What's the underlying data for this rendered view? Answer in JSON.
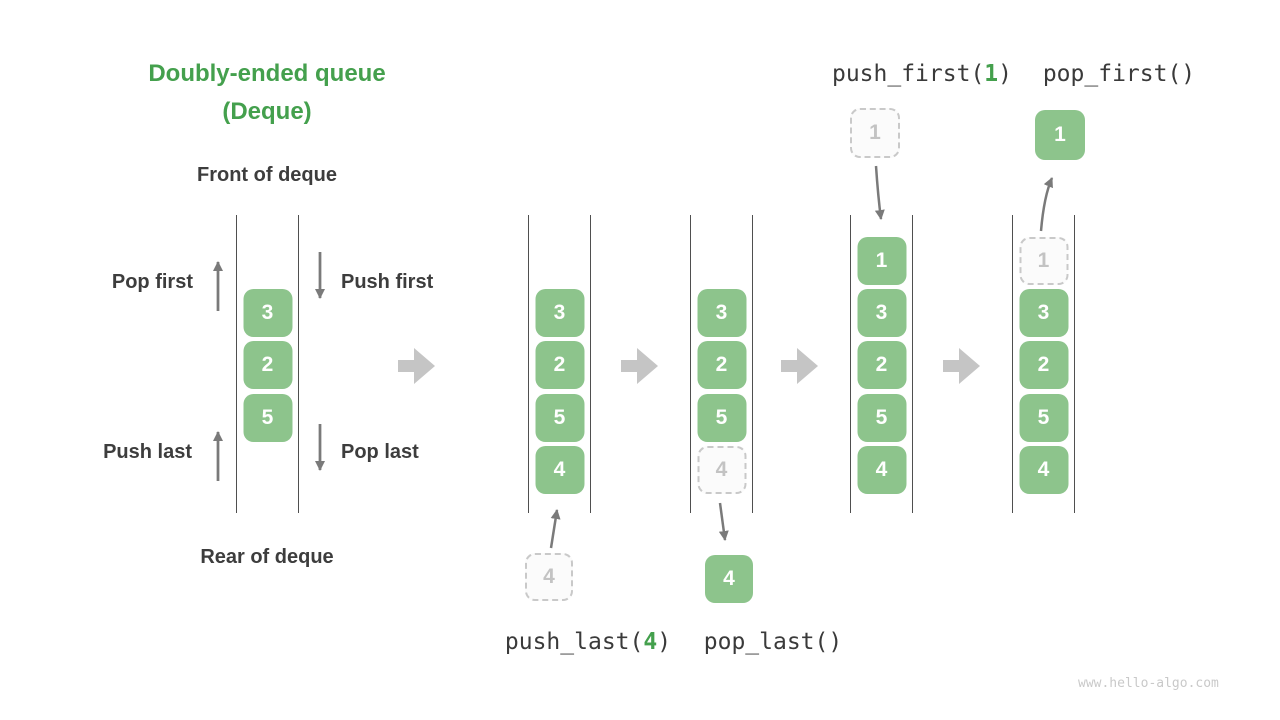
{
  "title": {
    "line1": "Doubly-ended queue",
    "line2": "(Deque)"
  },
  "labels": {
    "front": "Front of deque",
    "rear": "Rear of deque",
    "pop_first": "Pop first",
    "push_first": "Push first",
    "push_last": "Push last",
    "pop_last": "Pop last"
  },
  "operations": {
    "push_last": {
      "pre": "push_last(",
      "arg": "4",
      "post": ")"
    },
    "pop_last": {
      "pre": "pop_last()",
      "arg": "",
      "post": ""
    },
    "push_first": {
      "pre": "push_first(",
      "arg": "1",
      "post": ")"
    },
    "pop_first": {
      "pre": "pop_first()",
      "arg": "",
      "post": ""
    }
  },
  "panels": [
    {
      "name": "initial-deque",
      "cells": {
        "r1": "3",
        "r2": "2",
        "r3": "5"
      }
    },
    {
      "name": "after-push-last",
      "cells": {
        "r1": "3",
        "r2": "2",
        "r3": "5",
        "r4": "4"
      }
    },
    {
      "name": "after-pop-last",
      "cells": {
        "r1": "3",
        "r2": "2",
        "r3": "5"
      },
      "ghost": "4"
    },
    {
      "name": "after-push-first",
      "cells": {
        "r0": "1",
        "r1": "3",
        "r2": "2",
        "r3": "5",
        "r4": "4"
      }
    },
    {
      "name": "after-pop-first",
      "cells": {
        "r1": "3",
        "r2": "2",
        "r3": "5",
        "r4": "4"
      },
      "ghost": "1"
    }
  ],
  "floating": {
    "push_last_value": "4",
    "pop_last_value": "4",
    "push_first_value": "1",
    "pop_first_value": "1"
  },
  "watermark": "www.hello-algo.com",
  "colors": {
    "accent_green": "#44a04d",
    "box_green": "#8dc48c",
    "box_text": "#ffffff",
    "dark_text": "#3d3d3d",
    "code_text": "#3a3a3a",
    "ghost_border": "#c9c9c9",
    "ghost_text": "#c3c3c3",
    "thin_arrow": "#7a7a7a",
    "block_arrow": "#c5c5c5",
    "rail": "#4f4f4f",
    "watermark": "#c9c9c9"
  }
}
